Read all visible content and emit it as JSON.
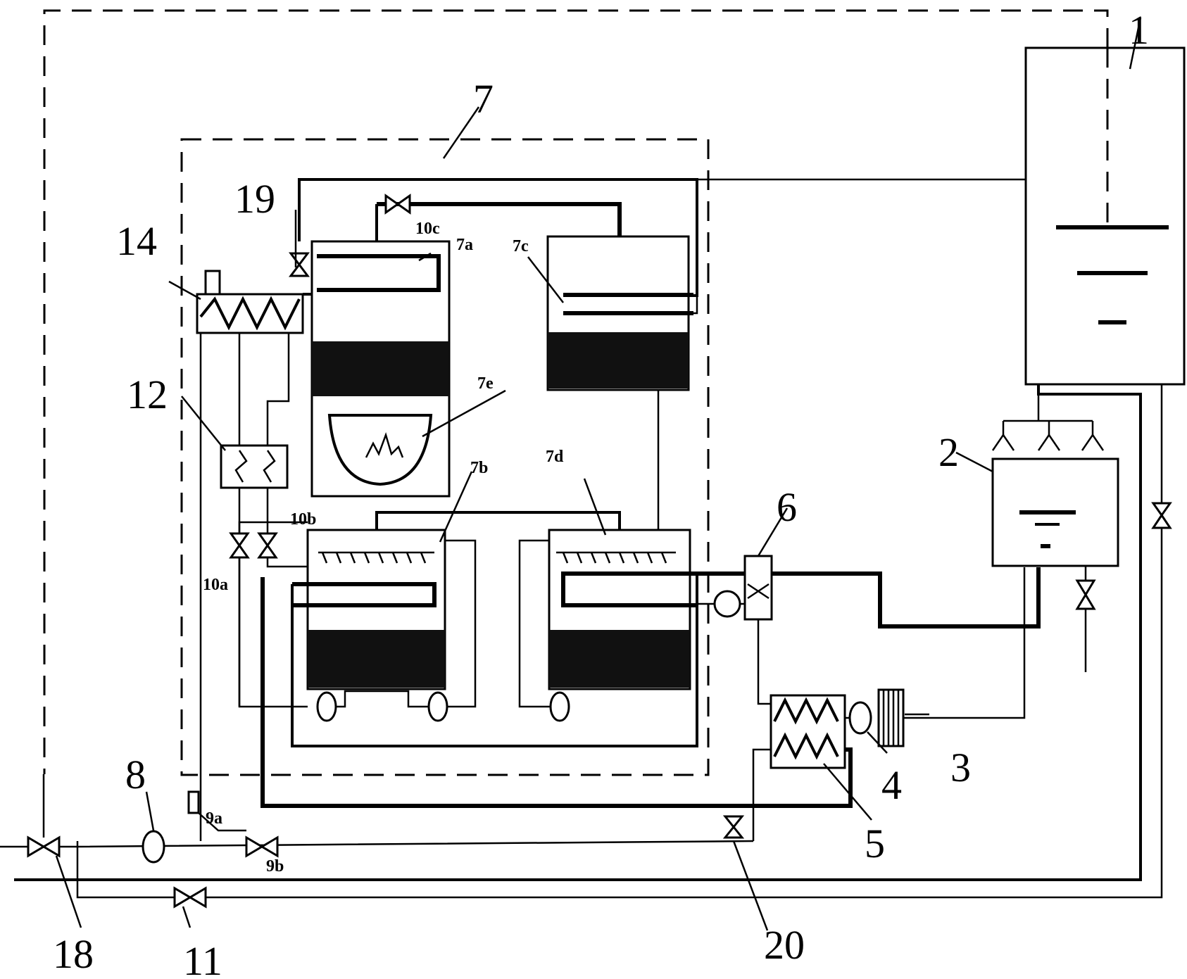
{
  "labels": {
    "l1": "1",
    "l2": "2",
    "l3": "3",
    "l4": "4",
    "l5": "5",
    "l6": "6",
    "l7": "7",
    "l7a": "7a",
    "l7b": "7b",
    "l7c": "7c",
    "l7d": "7d",
    "l7e": "7e",
    "l8": "8",
    "l9a": "9a",
    "l9b": "9b",
    "l10a": "10a",
    "l10b": "10b",
    "l10c": "10c",
    "l11": "11",
    "l12": "12",
    "l14": "14",
    "l18": "18",
    "l19": "19",
    "l20": "20"
  }
}
